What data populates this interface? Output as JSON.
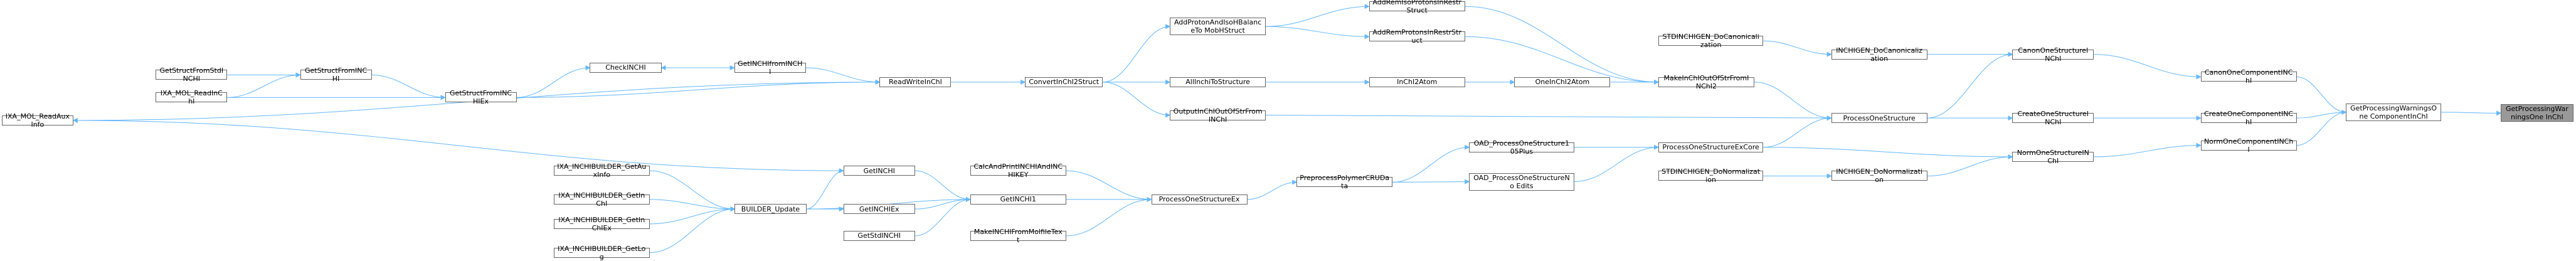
{
  "graph": {
    "root": "GetProcessingWarningsOneInChI",
    "nodes": [
      {
        "id": "IXA_MOL_ReadAuxInfo",
        "label": "IXA_MOL_ReadAuxInfo"
      },
      {
        "id": "GetStructFromStdINCHI",
        "label": "GetStructFromStdINCHI"
      },
      {
        "id": "IXA_MOL_ReadInChI",
        "label": "IXA_MOL_ReadInChI"
      },
      {
        "id": "GetStructFromINCHI",
        "label": "GetStructFromINCHI"
      },
      {
        "id": "GetStructFromINCHIEx",
        "label": "GetStructFromINCHIEx"
      },
      {
        "id": "CheckINCHI",
        "label": "CheckINCHI"
      },
      {
        "id": "GetINCHIfromINCHI",
        "label": "GetINCHIfromINCHI"
      },
      {
        "id": "ReadWriteInChI",
        "label": "ReadWriteInChI"
      },
      {
        "id": "ConvertInChI2Struct",
        "label": "ConvertInChI2Struct"
      },
      {
        "id": "AddProtonAndIsoHBalanceToMobHStruct",
        "label": "AddProtonAndIsoHBalanceTo MobHStruct"
      },
      {
        "id": "AddRemIsoProtonsInRestrStruct",
        "label": "AddRemIsoProtonsInRestrStruct"
      },
      {
        "id": "AddRemProtonsInRestrStruct",
        "label": "AddRemProtonsInRestrStruct"
      },
      {
        "id": "AllInchiToStructure",
        "label": "AllInchiToStructure"
      },
      {
        "id": "InChI2Atom",
        "label": "InChI2Atom"
      },
      {
        "id": "OneInChI2Atom",
        "label": "OneInChI2Atom"
      },
      {
        "id": "MakeInChIOutOfStrFromINChI2",
        "label": "MakeInChIOutOfStrFromINChI2"
      },
      {
        "id": "OutputInChIOutOfStrFromINChI",
        "label": "OutputInChIOutOfStrFromINChI"
      },
      {
        "id": "STDINCHIGEN_DoCanonicalization",
        "label": "STDINCHIGEN_DoCanonicalization"
      },
      {
        "id": "INCHIGEN_DoCanonicalization",
        "label": "INCHIGEN_DoCanonicalization"
      },
      {
        "id": "CanonOneStructureINChI",
        "label": "CanonOneStructureINChI"
      },
      {
        "id": "CanonOneComponentINChI",
        "label": "CanonOneComponentINChI"
      },
      {
        "id": "ProcessOneStructure",
        "label": "ProcessOneStructure"
      },
      {
        "id": "CreateOneStructureINChI",
        "label": "CreateOneStructureINChI"
      },
      {
        "id": "CreateOneComponentINChI",
        "label": "CreateOneComponentINChI"
      },
      {
        "id": "GetProcessingWarningsOneComponentInChI",
        "label": "GetProcessingWarningsOne ComponentInChI"
      },
      {
        "id": "GetProcessingWarningsOneInChI",
        "label": "GetProcessingWarningsOne InChI"
      },
      {
        "id": "NormOneComponentINChI",
        "label": "NormOneComponentINChI"
      },
      {
        "id": "NormOneStructureINChI",
        "label": "NormOneStructureINChI"
      },
      {
        "id": "INCHIGEN_DoNormalization",
        "label": "INCHIGEN_DoNormalization"
      },
      {
        "id": "STDINCHIGEN_DoNormalization",
        "label": "STDINCHIGEN_DoNormalization"
      },
      {
        "id": "ProcessOneStructureExCore",
        "label": "ProcessOneStructureExCore"
      },
      {
        "id": "OAD_ProcessOneStructure105Plus",
        "label": "OAD_ProcessOneStructure105Plus"
      },
      {
        "id": "OAD_ProcessOneStructureNoEdits",
        "label": "OAD_ProcessOneStructureNo Edits"
      },
      {
        "id": "PreprocessPolymerCRUData",
        "label": "PreprocessPolymerCRUData"
      },
      {
        "id": "ProcessOneStructureEx",
        "label": "ProcessOneStructureEx"
      },
      {
        "id": "CalcAndPrintINCHIAndINCHIKEY",
        "label": "CalcAndPrintINCHIAndINCHIKEY"
      },
      {
        "id": "GetINCHI1",
        "label": "GetINCHI1"
      },
      {
        "id": "MakeINCHIFromMolfileText",
        "label": "MakeINCHIFromMolfileText"
      },
      {
        "id": "GetINCHI",
        "label": "GetINCHI"
      },
      {
        "id": "GetINCHIEx",
        "label": "GetINCHIEx"
      },
      {
        "id": "GetStdINCHI",
        "label": "GetStdINCHI"
      },
      {
        "id": "BUILDER_Update",
        "label": "BUILDER_Update"
      },
      {
        "id": "IXA_INCHIBUILDER_GetAuxInfo",
        "label": "IXA_INCHIBUILDER_GetAuxInfo"
      },
      {
        "id": "IXA_INCHIBUILDER_GetInChI",
        "label": "IXA_INCHIBUILDER_GetInChI"
      },
      {
        "id": "IXA_INCHIBUILDER_GetInChIEx",
        "label": "IXA_INCHIBUILDER_GetInChIEx"
      },
      {
        "id": "IXA_INCHIBUILDER_GetLog",
        "label": "IXA_INCHIBUILDER_GetLog"
      }
    ],
    "edges": [
      [
        "GetProcessingWarningsOneComponentInChI",
        "GetProcessingWarningsOneInChI"
      ],
      [
        "CanonOneComponentINChI",
        "GetProcessingWarningsOneComponentInChI"
      ],
      [
        "CreateOneComponentINChI",
        "GetProcessingWarningsOneComponentInChI"
      ],
      [
        "NormOneComponentINChI",
        "GetProcessingWarningsOneComponentInChI"
      ],
      [
        "CanonOneStructureINChI",
        "CanonOneComponentINChI"
      ],
      [
        "CreateOneStructureINChI",
        "CreateOneComponentINChI"
      ],
      [
        "NormOneStructureINChI",
        "NormOneComponentINChI"
      ],
      [
        "INCHIGEN_DoCanonicalization",
        "CanonOneStructureINChI"
      ],
      [
        "ProcessOneStructure",
        "CanonOneStructureINChI"
      ],
      [
        "ProcessOneStructure",
        "CreateOneStructureINChI"
      ],
      [
        "INCHIGEN_DoNormalization",
        "NormOneStructureINChI"
      ],
      [
        "ProcessOneStructureExCore",
        "NormOneStructureINChI"
      ],
      [
        "STDINCHIGEN_DoCanonicalization",
        "INCHIGEN_DoCanonicalization"
      ],
      [
        "STDINCHIGEN_DoNormalization",
        "INCHIGEN_DoNormalization"
      ],
      [
        "MakeInChIOutOfStrFromINChI2",
        "ProcessOneStructure"
      ],
      [
        "OutputInChIOutOfStrFromINChI",
        "ProcessOneStructure"
      ],
      [
        "ProcessOneStructureExCore",
        "ProcessOneStructure"
      ],
      [
        "AddRemIsoProtonsInRestrStruct",
        "MakeInChIOutOfStrFromINChI2"
      ],
      [
        "AddRemProtonsInRestrStruct",
        "MakeInChIOutOfStrFromINChI2"
      ],
      [
        "OneInChI2Atom",
        "MakeInChIOutOfStrFromINChI2"
      ],
      [
        "AddProtonAndIsoHBalanceToMobHStruct",
        "AddRemIsoProtonsInRestrStruct"
      ],
      [
        "AddProtonAndIsoHBalanceToMobHStruct",
        "AddRemProtonsInRestrStruct"
      ],
      [
        "InChI2Atom",
        "OneInChI2Atom"
      ],
      [
        "AllInchiToStructure",
        "InChI2Atom"
      ],
      [
        "ConvertInChI2Struct",
        "AddProtonAndIsoHBalanceToMobHStruct"
      ],
      [
        "ConvertInChI2Struct",
        "AllInchiToStructure"
      ],
      [
        "ConvertInChI2Struct",
        "OutputInChIOutOfStrFromINChI"
      ],
      [
        "ReadWriteInChI",
        "ConvertInChI2Struct"
      ],
      [
        "GetINCHIfromINCHI",
        "ReadWriteInChI"
      ],
      [
        "GetStructFromINCHIEx",
        "ReadWriteInChI"
      ],
      [
        "IXA_MOL_ReadAuxInfo",
        "ReadWriteInChI"
      ],
      [
        "CheckINCHI",
        "GetINCHIfromINCHI"
      ],
      [
        "GetINCHIfromINCHI",
        "CheckINCHI"
      ],
      [
        "GetStructFromINCHIEx",
        "CheckINCHI"
      ],
      [
        "GetStructFromINCHI",
        "GetStructFromINCHIEx"
      ],
      [
        "IXA_MOL_ReadInChI",
        "GetStructFromINCHIEx"
      ],
      [
        "GetStructFromStdINCHI",
        "GetStructFromINCHI"
      ],
      [
        "IXA_MOL_ReadInChI",
        "GetStructFromINCHI"
      ],
      [
        "OAD_ProcessOneStructure105Plus",
        "ProcessOneStructureExCore"
      ],
      [
        "OAD_ProcessOneStructureNoEdits",
        "ProcessOneStructureExCore"
      ],
      [
        "PreprocessPolymerCRUData",
        "OAD_ProcessOneStructure105Plus"
      ],
      [
        "PreprocessPolymerCRUData",
        "OAD_ProcessOneStructureNoEdits"
      ],
      [
        "ProcessOneStructureEx",
        "PreprocessPolymerCRUData"
      ],
      [
        "CalcAndPrintINCHIAndINCHIKEY",
        "ProcessOneStructureEx"
      ],
      [
        "GetINCHI1",
        "ProcessOneStructureEx"
      ],
      [
        "MakeINCHIFromMolfileText",
        "ProcessOneStructureEx"
      ],
      [
        "GetINCHI",
        "GetINCHI1"
      ],
      [
        "GetINCHIEx",
        "GetINCHI1"
      ],
      [
        "GetStdINCHI",
        "GetINCHI1"
      ],
      [
        "BUILDER_Update",
        "GetINCHI1"
      ],
      [
        "BUILDER_Update",
        "GetINCHI"
      ],
      [
        "BUILDER_Update",
        "GetINCHIEx"
      ],
      [
        "GetINCHI",
        "IXA_MOL_ReadAuxInfo"
      ],
      [
        "IXA_INCHIBUILDER_GetAuxInfo",
        "BUILDER_Update"
      ],
      [
        "IXA_INCHIBUILDER_GetInChI",
        "BUILDER_Update"
      ],
      [
        "IXA_INCHIBUILDER_GetInChIEx",
        "BUILDER_Update"
      ],
      [
        "IXA_INCHIBUILDER_GetLog",
        "BUILDER_Update"
      ]
    ]
  }
}
